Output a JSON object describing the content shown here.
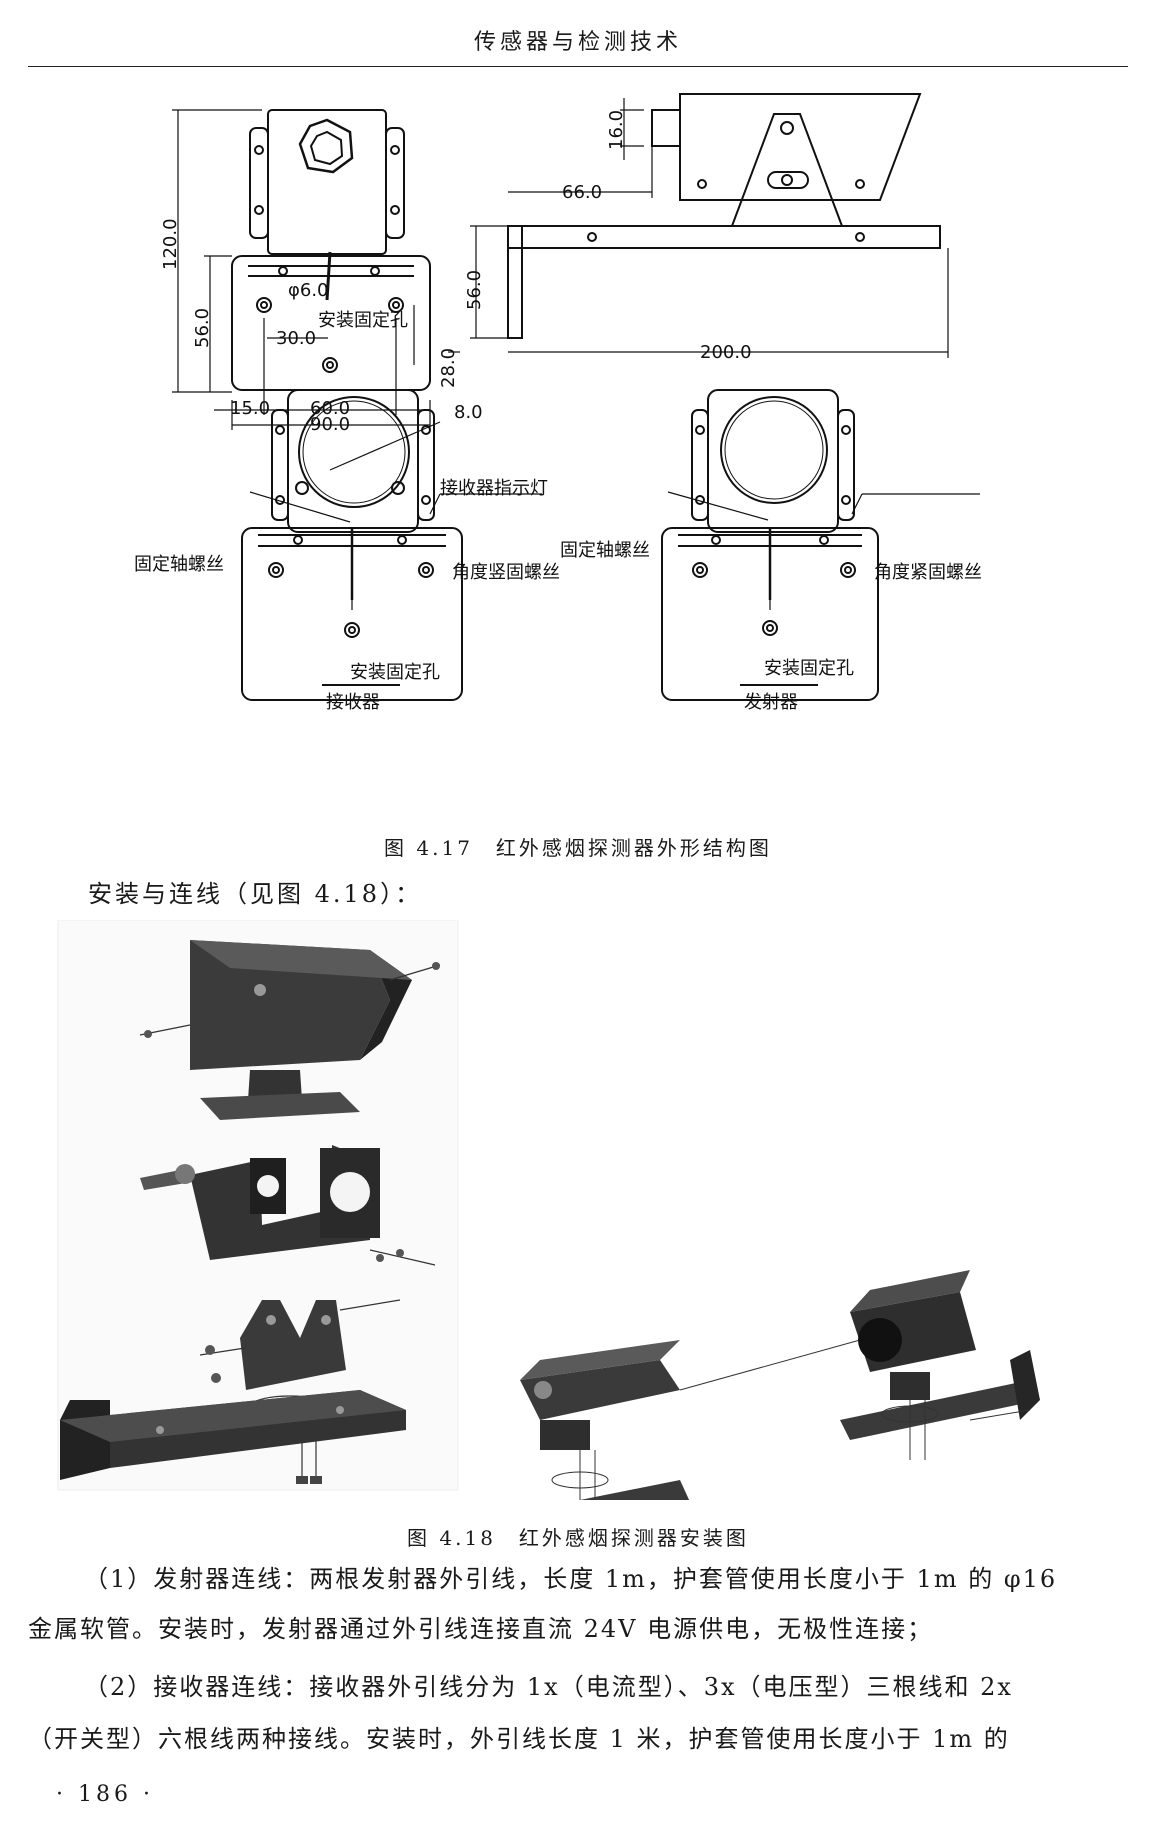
{
  "header": {
    "title": "传感器与检测技术"
  },
  "figure_417": {
    "dims": {
      "d120": "120.0",
      "d56_left": "56.0",
      "phi6": "φ6.0",
      "d30": "30.0",
      "d28": "28.0",
      "d15": "15.0",
      "d60": "60.0",
      "d90": "90.0",
      "d16": "16.0",
      "d66": "66.0",
      "d56_right": "56.0",
      "d8": "8.0",
      "d200": "200.0"
    },
    "labels": {
      "mount_hole_top": "安装固定孔",
      "indicator": "接收器指示灯",
      "axis_screw_left": "固定轴螺丝",
      "angle_screw_left": "角度竖固螺丝",
      "mount_hole_left": "安装固定孔",
      "axis_screw_right": "固定轴螺丝",
      "angle_screw_right": "角度紧固螺丝",
      "mount_hole_right": "安装固定孔",
      "receiver": "接收器",
      "transmitter": "发射器"
    },
    "caption": "图 4.17　红外感烟探测器外形结构图"
  },
  "intro": "安装与连线（见图 4.18）：",
  "figure_418": {
    "caption": "图 4.18　红外感烟探测器安装图"
  },
  "paragraphs": {
    "p1_line1": "（1）发射器连线：两根发射器外引线，长度 1m，护套管使用长度小于 1m 的 φ16",
    "p1_line2": "金属软管。安装时，发射器通过外引线连接直流 24V 电源供电，无极性连接；",
    "p2_line1": "（2）接收器连线：接收器外引线分为 1x（电流型）、3x（电压型）三根线和 2x",
    "p2_line2": "（开关型）六根线两种接线。安装时，外引线长度 1 米，护套管使用长度小于 1m 的"
  },
  "page_number": "· 186 ·"
}
